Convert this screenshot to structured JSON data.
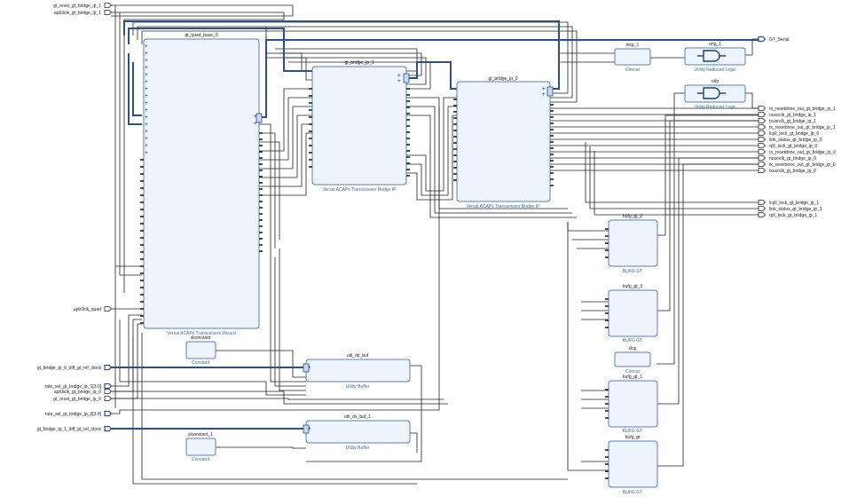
{
  "diagram": {
    "left_ports": [
      {
        "label": "gt_reset_gt_bridge_ip_1",
        "bus": false
      },
      {
        "label": "apb3clk_gt_bridge_ip_1",
        "bus": false
      },
      {
        "label": "apb3clk_quad",
        "bus": false
      },
      {
        "label": "gt_bridge_ip_0_diff_gt_ref_clock",
        "bus": true
      },
      {
        "label": "rate_sel_gt_bridge_ip_1[3:0]",
        "bus": true
      },
      {
        "label": "apb3clk_gt_bridge_ip_0",
        "bus": false
      },
      {
        "label": "gt_reset_gt_bridge_ip_0",
        "bus": false
      },
      {
        "label": "rate_sel_gt_bridge_ip_0[3:0]",
        "bus": true
      },
      {
        "label": "gt_bridge_ip_1_diff_gt_ref_clock",
        "bus": true
      }
    ],
    "right_ports": [
      {
        "label": "GT_Serial",
        "bus": true
      },
      {
        "label": "rx_resetdone_out_gt_bridge_ip_1",
        "bus": false
      },
      {
        "label": "rxusrclk_gt_bridge_ip_1",
        "bus": false
      },
      {
        "label": "txusrclk_gt_bridge_ip_1",
        "bus": false
      },
      {
        "label": "tx_resetdone_out_gt_bridge_ip_1",
        "bus": false
      },
      {
        "label": "lcpll_lock_gt_bridge_ip_0",
        "bus": false
      },
      {
        "label": "link_status_gt_bridge_ip_0",
        "bus": false
      },
      {
        "label": "rpll_lock_gt_bridge_ip_0",
        "bus": false
      },
      {
        "label": "rx_resetdone_out_gt_bridge_ip_0",
        "bus": false
      },
      {
        "label": "rxusrclk_gt_bridge_ip_0",
        "bus": false
      },
      {
        "label": "tx_resetdone_out_gt_bridge_ip_0",
        "bus": false
      },
      {
        "label": "txusrclk_gt_bridge_ip_0",
        "bus": false
      },
      {
        "label": "lcpll_lock_gt_bridge_ip_1",
        "bus": false
      },
      {
        "label": "link_status_gt_bridge_ip_1",
        "bus": false
      },
      {
        "label": "rpll_lock_gt_bridge_ip_1",
        "bus": false
      }
    ],
    "blocks": [
      {
        "key": "gt_quad_base_0",
        "name": "gt_quad_base_0",
        "type": "Versal ACAPs Transceivers Wizard"
      },
      {
        "key": "gt_bridge_ip_1",
        "name": "gt_bridge_ip_1",
        "type": "Versal ACAPs Transceivers Bridge IP"
      },
      {
        "key": "gt_bridge_ip_0",
        "name": "gt_bridge_ip_0",
        "type": "Versal ACAPs Transceivers Bridge IP"
      },
      {
        "key": "xlcp_1",
        "name": "xlcp_1",
        "type": "Concat"
      },
      {
        "key": "urlp_1",
        "name": "urlp_1",
        "type": "Utility Reduced Logic"
      },
      {
        "key": "urlp",
        "name": "urlp",
        "type": "Utility Reduced Logic"
      },
      {
        "key": "bufg_gt_2",
        "name": "bufg_gt_2",
        "type": "BUFG GT"
      },
      {
        "key": "bufg_gt_3",
        "name": "bufg_gt_3",
        "type": "BUFG GT"
      },
      {
        "key": "xlcp",
        "name": "xlcp",
        "type": "Concat"
      },
      {
        "key": "bufg_gt_1",
        "name": "bufg_gt_1",
        "type": "BUFG GT"
      },
      {
        "key": "bufg_gt",
        "name": "bufg_gt",
        "type": "BUFG GT"
      },
      {
        "key": "xlconstant",
        "name": "xlconstant",
        "type": "Constant"
      },
      {
        "key": "util_ds_buf",
        "name": "util_ds_buf",
        "type": "Utility Buffer"
      },
      {
        "key": "xlconstant_1",
        "name": "xlconstant_1",
        "type": "Constant"
      },
      {
        "key": "util_ds_buf_1",
        "name": "util_ds_buf_1",
        "type": "Utility Buffer"
      }
    ]
  }
}
